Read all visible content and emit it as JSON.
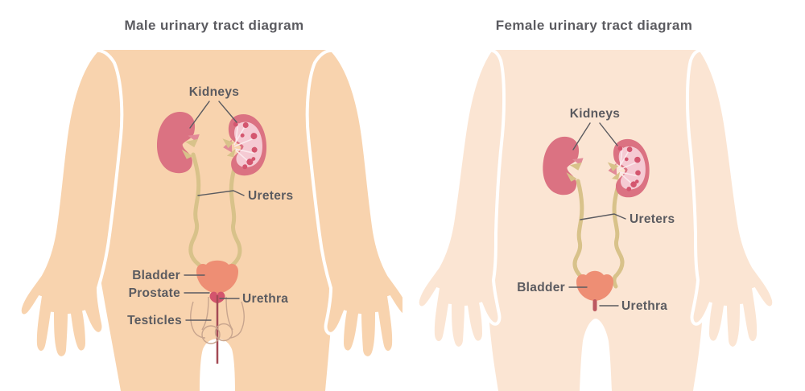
{
  "page": {
    "background": "#FFFFFF"
  },
  "panels": {
    "male": {
      "title": "Male urinary tract diagram",
      "labels": {
        "kidneys": "Kidneys",
        "ureters": "Ureters",
        "bladder": "Bladder",
        "prostate": "Prostate",
        "urethra": "Urethra",
        "testicles": "Testicles"
      }
    },
    "female": {
      "title": "Female urinary tract diagram",
      "labels": {
        "kidneys": "Kidneys",
        "ureters": "Ureters",
        "bladder": "Bladder",
        "urethra": "Urethra"
      }
    }
  },
  "colors": {
    "male_body": "#F8D3AE",
    "female_body": "#FBE5D3",
    "kidney": "#DB7282",
    "kidney_inner": "#F5CAD3",
    "kidney_spots": "#D4566F",
    "kidney_streaks": "#FBE9EC",
    "ureter": "#D8C28A",
    "bladder": "#EE8E74",
    "prostate": "#D3546D",
    "urethra_male": "#A34A55",
    "urethra_female": "#BC5860",
    "genital_outline": "#C8A58E",
    "label_text": "#5B5B60"
  }
}
